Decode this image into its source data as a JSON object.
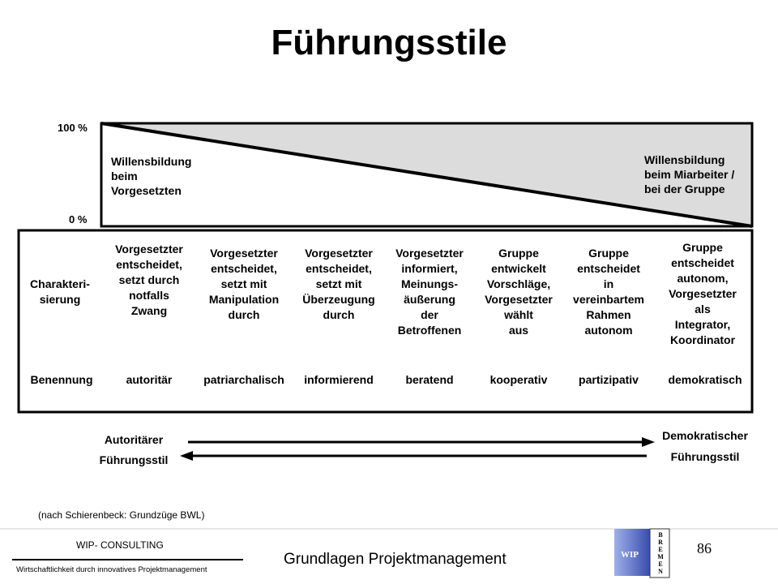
{
  "title": "Führungsstile",
  "axis": {
    "top": "100 %",
    "bottom": "0 %"
  },
  "willensbildung": {
    "left": [
      "Willensbildung",
      "beim",
      "Vorgesetzten"
    ],
    "right": [
      "Willensbildung",
      "beim Miarbeiter /",
      "bei der Gruppe"
    ]
  },
  "row_labels": {
    "characterization": [
      "Charakteri-",
      "sierung"
    ],
    "naming": "Benennung"
  },
  "styles": [
    {
      "description": [
        "Vorgesetzter",
        "entscheidet,",
        "setzt durch",
        "notfalls",
        "Zwang"
      ],
      "name": "autoritär"
    },
    {
      "description": [
        "Vorgesetzter",
        "entscheidet,",
        "setzt mit",
        "Manipulation",
        "durch"
      ],
      "name": "patriarchalisch"
    },
    {
      "description": [
        "Vorgesetzter",
        "entscheidet,",
        "setzt mit",
        "Überzeugung",
        "durch"
      ],
      "name": "informierend"
    },
    {
      "description": [
        "Vorgesetzter",
        "informiert,",
        "Meinungs-",
        "äußerung",
        "der",
        "Betroffenen"
      ],
      "name": "beratend"
    },
    {
      "description": [
        "Gruppe",
        "entwickelt",
        "Vorschläge,",
        "Vorgesetzter",
        "wählt",
        "aus"
      ],
      "name": "kooperativ"
    },
    {
      "description": [
        "Gruppe",
        "entscheidet",
        "in",
        "vereinbartem",
        "Rahmen",
        "autonom"
      ],
      "name": "partizipativ"
    },
    {
      "description": [
        "Gruppe",
        "entscheidet",
        "autonom,",
        "Vorgesetzter",
        "als",
        "Integrator,",
        "Koordinator"
      ],
      "name": "demokratisch"
    }
  ],
  "continuum": {
    "left": [
      "Autoritärer",
      "Führungsstil"
    ],
    "right": [
      "Demokratischer",
      "Führungsstil"
    ]
  },
  "source": "(nach Schierenbeck: Grundzüge BWL)",
  "footer": {
    "company": "WIP- CONSULTING",
    "tagline": "Wirtschaftlichkeit durch innovatives Projektmanagement",
    "course": "Grundlagen Projektmanagement",
    "page": "86",
    "logo_text": "WIP",
    "logo_letters": [
      "B",
      "R",
      "E",
      "M",
      "E",
      "N"
    ]
  },
  "colors": {
    "panel": "#dcdcdc",
    "line": "#000000",
    "logo_blue": "#3a4fb0"
  }
}
